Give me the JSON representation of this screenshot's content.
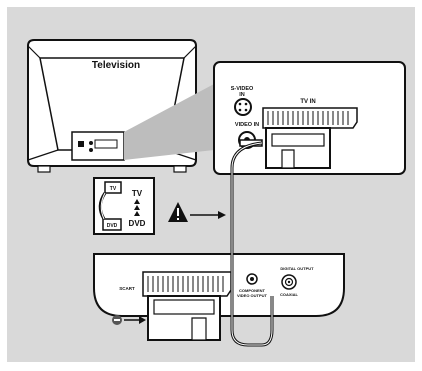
{
  "television": {
    "title": "Television"
  },
  "tv_panel": {
    "svideo_in_line1": "S-VIDEO",
    "svideo_in_line2": "IN",
    "video_in": "VIDEO IN",
    "tv_in": "TV IN"
  },
  "scart_label_card": {
    "tv_plug": "TV",
    "dvd_plug": "DVD",
    "tv": "TV",
    "dvd": "DVD"
  },
  "dvd_player": {
    "scart": "SCART",
    "component_line1": "COMPONENT",
    "component_line2": "VIDEO OUTPUT",
    "digital_output": "DIGITAL OUTPUT",
    "coaxial": "COAXIAL"
  },
  "colors": {
    "background_panel": "#d9d9d9",
    "panel_fill": "#ffffff",
    "outline": "#111111",
    "cable": "#111111"
  },
  "icons": [
    "warning-icon",
    "minus-circle-icon",
    "arrow-right-icon"
  ]
}
